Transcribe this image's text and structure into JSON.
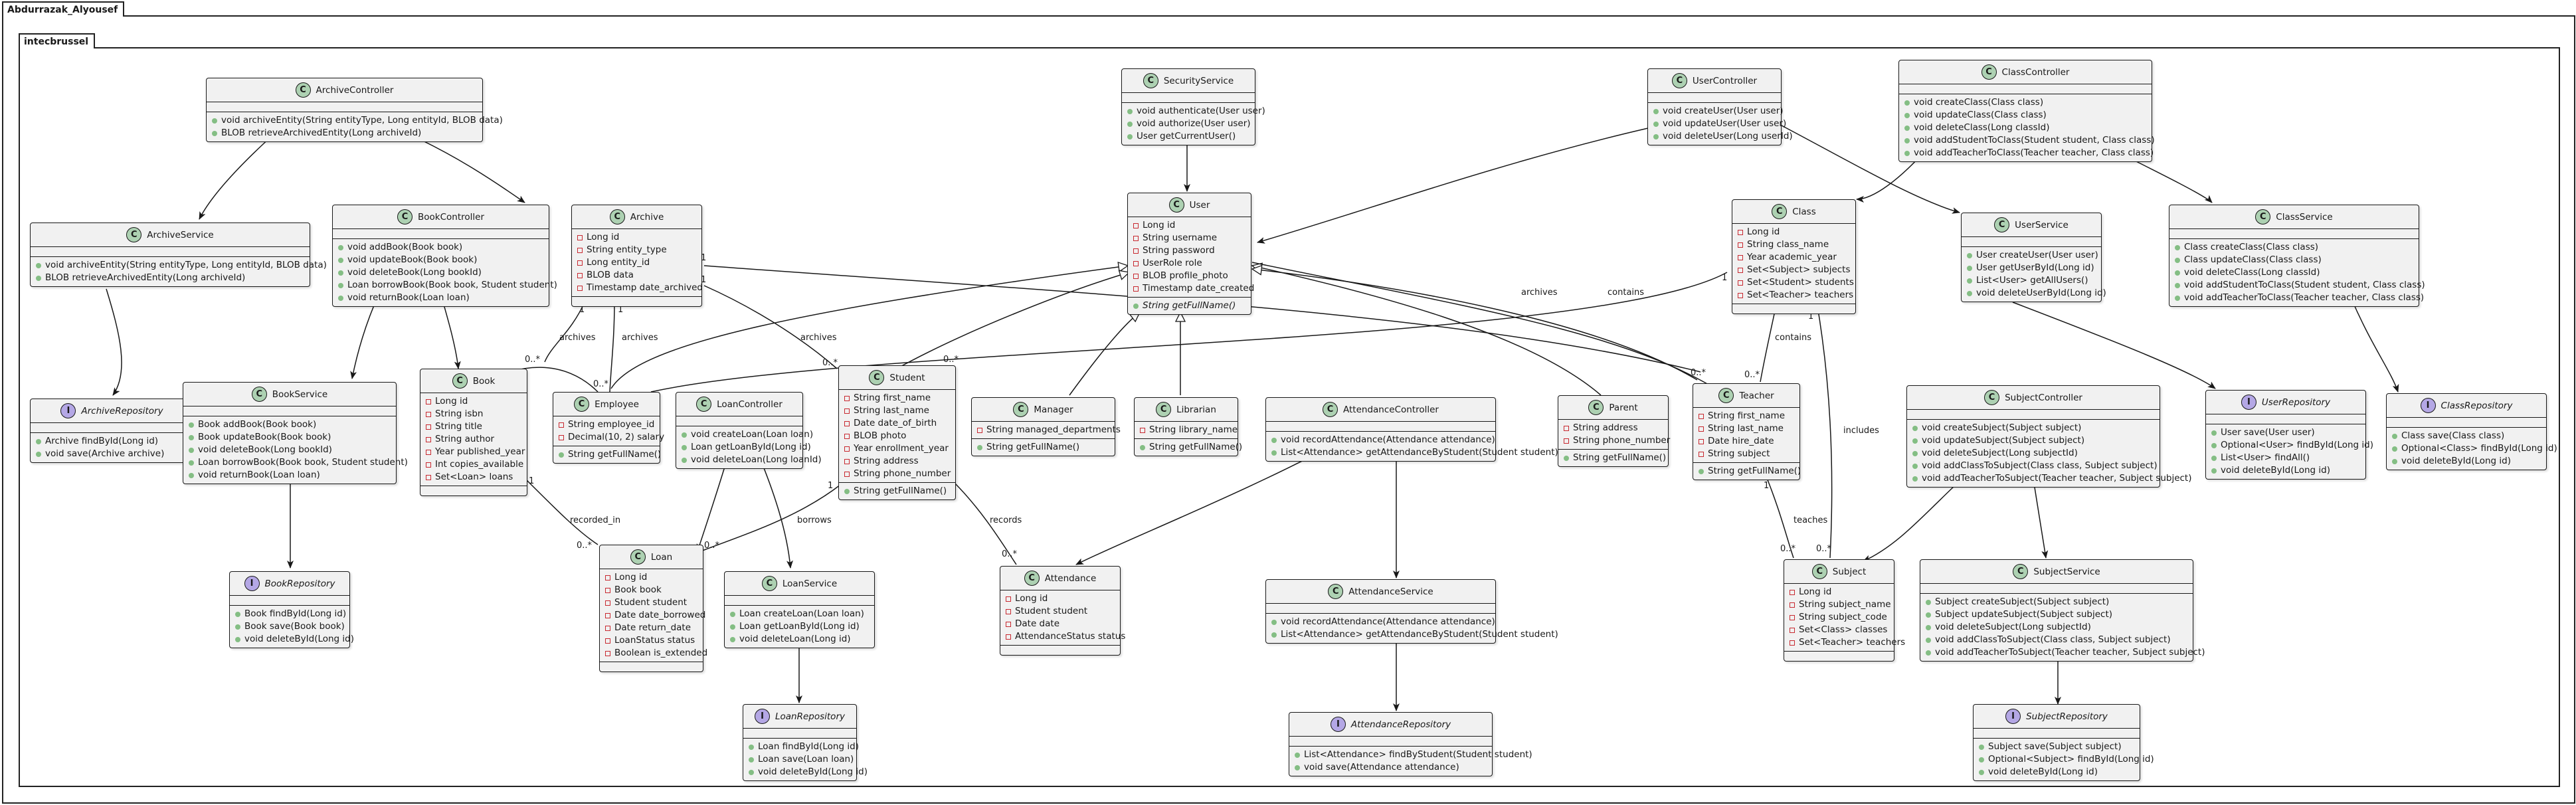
{
  "packages": {
    "outer": "Abdurrazak_Alyousef",
    "inner": "intecbrussel"
  },
  "classes": {
    "archiveController": {
      "name": "ArchiveController",
      "kind": "class",
      "fields": [],
      "methods": [
        "void archiveEntity(String entityType, Long entityId, BLOB data)",
        "BLOB retrieveArchivedEntity(Long archiveId)"
      ]
    },
    "archiveService": {
      "name": "ArchiveService",
      "kind": "class",
      "fields": [],
      "methods": [
        "void archiveEntity(String entityType, Long entityId, BLOB data)",
        "BLOB retrieveArchivedEntity(Long archiveId)"
      ]
    },
    "archiveRepository": {
      "name": "ArchiveRepository",
      "kind": "interface",
      "fields": [],
      "methods": [
        "Archive findById(Long id)",
        "void save(Archive archive)"
      ]
    },
    "bookController": {
      "name": "BookController",
      "kind": "class",
      "fields": [],
      "methods": [
        "void addBook(Book book)",
        "void updateBook(Book book)",
        "void deleteBook(Long bookId)",
        "Loan borrowBook(Book book, Student student)",
        "void returnBook(Loan loan)"
      ]
    },
    "bookService": {
      "name": "BookService",
      "kind": "class",
      "fields": [],
      "methods": [
        "Book addBook(Book book)",
        "Book updateBook(Book book)",
        "void deleteBook(Long bookId)",
        "Loan borrowBook(Book book, Student student)",
        "void returnBook(Loan loan)"
      ]
    },
    "bookRepository": {
      "name": "BookRepository",
      "kind": "interface",
      "fields": [],
      "methods": [
        "Book findById(Long id)",
        "Book save(Book book)",
        "void deleteById(Long id)"
      ]
    },
    "archive": {
      "name": "Archive",
      "kind": "class",
      "fields": [
        "Long id",
        "String entity_type",
        "Long entity_id",
        "BLOB data",
        "Timestamp date_archived"
      ],
      "methods": []
    },
    "book": {
      "name": "Book",
      "kind": "class",
      "fields": [
        "Long id",
        "String isbn",
        "String title",
        "String author",
        "Year published_year",
        "Int copies_available",
        "Set<Loan> loans"
      ],
      "methods": []
    },
    "employee": {
      "name": "Employee",
      "kind": "class",
      "fields": [
        "String employee_id",
        "Decimal(10, 2) salary"
      ],
      "methods": [
        "String getFullName()"
      ]
    },
    "loanController": {
      "name": "LoanController",
      "kind": "class",
      "fields": [],
      "methods": [
        "void createLoan(Loan loan)",
        "Loan getLoanById(Long id)",
        "void deleteLoan(Long loanId)"
      ]
    },
    "loan": {
      "name": "Loan",
      "kind": "class",
      "fields": [
        "Long id",
        "Book book",
        "Student student",
        "Date date_borrowed",
        "Date return_date",
        "LoanStatus status",
        "Boolean is_extended"
      ],
      "methods": []
    },
    "loanService": {
      "name": "LoanService",
      "kind": "class",
      "fields": [],
      "methods": [
        "Loan createLoan(Loan loan)",
        "Loan getLoanById(Long id)",
        "void deleteLoan(Long id)"
      ]
    },
    "loanRepository": {
      "name": "LoanRepository",
      "kind": "interface",
      "fields": [],
      "methods": [
        "Loan findById(Long id)",
        "Loan save(Loan loan)",
        "void deleteById(Long id)"
      ]
    },
    "student": {
      "name": "Student",
      "kind": "class",
      "fields": [
        "String first_name",
        "String last_name",
        "Date date_of_birth",
        "BLOB photo",
        "Year enrollment_year",
        "String address",
        "String phone_number"
      ],
      "methods": [
        "String getFullName()"
      ]
    },
    "securityService": {
      "name": "SecurityService",
      "kind": "class",
      "fields": [],
      "methods": [
        "void authenticate(User user)",
        "void authorize(User user)",
        "User getCurrentUser()"
      ]
    },
    "user": {
      "name": "User",
      "kind": "class",
      "fields": [
        "Long id",
        "String username",
        "String password",
        "UserRole role",
        "BLOB profile_photo",
        "Timestamp date_created"
      ],
      "methods": [
        "String getFullName()"
      ]
    },
    "manager": {
      "name": "Manager",
      "kind": "class",
      "fields": [
        "String managed_departments"
      ],
      "methods": [
        "String getFullName()"
      ]
    },
    "librarian": {
      "name": "Librarian",
      "kind": "class",
      "fields": [
        "String library_name"
      ],
      "methods": [
        "String getFullName()"
      ]
    },
    "attendance": {
      "name": "Attendance",
      "kind": "class",
      "fields": [
        "Long id",
        "Student student",
        "Date date",
        "AttendanceStatus status"
      ],
      "methods": []
    },
    "attendanceController": {
      "name": "AttendanceController",
      "kind": "class",
      "fields": [],
      "methods": [
        "void recordAttendance(Attendance attendance)",
        "List<Attendance> getAttendanceByStudent(Student student)"
      ]
    },
    "attendanceService": {
      "name": "AttendanceService",
      "kind": "class",
      "fields": [],
      "methods": [
        "void recordAttendance(Attendance attendance)",
        "List<Attendance> getAttendanceByStudent(Student student)"
      ]
    },
    "attendanceRepository": {
      "name": "AttendanceRepository",
      "kind": "interface",
      "fields": [],
      "methods": [
        "List<Attendance> findByStudent(Student student)",
        "void save(Attendance attendance)"
      ]
    },
    "userController": {
      "name": "UserController",
      "kind": "class",
      "fields": [],
      "methods": [
        "void createUser(User user)",
        "void updateUser(User user)",
        "void deleteUser(Long userId)"
      ]
    },
    "parent": {
      "name": "Parent",
      "kind": "class",
      "fields": [
        "String address",
        "String phone_number"
      ],
      "methods": [
        "String getFullName()"
      ]
    },
    "classEntity": {
      "name": "Class",
      "kind": "class",
      "fields": [
        "Long id",
        "String class_name",
        "Year academic_year",
        "Set<Subject> subjects",
        "Set<Student> students",
        "Set<Teacher> teachers"
      ],
      "methods": []
    },
    "teacher": {
      "name": "Teacher",
      "kind": "class",
      "fields": [
        "String first_name",
        "String last_name",
        "Date hire_date",
        "String subject"
      ],
      "methods": [
        "String getFullName()"
      ]
    },
    "subject": {
      "name": "Subject",
      "kind": "class",
      "fields": [
        "Long id",
        "String subject_name",
        "String subject_code",
        "Set<Class> classes",
        "Set<Teacher> teachers"
      ],
      "methods": []
    },
    "classController": {
      "name": "ClassController",
      "kind": "class",
      "fields": [],
      "methods": [
        "void createClass(Class class)",
        "void updateClass(Class class)",
        "void deleteClass(Long classId)",
        "void addStudentToClass(Student student, Class class)",
        "void addTeacherToClass(Teacher teacher, Class class)"
      ]
    },
    "userService": {
      "name": "UserService",
      "kind": "class",
      "fields": [],
      "methods": [
        "User createUser(User user)",
        "User getUserById(Long id)",
        "List<User> getAllUsers()",
        "void deleteUserById(Long id)"
      ]
    },
    "userRepository": {
      "name": "UserRepository",
      "kind": "interface",
      "fields": [],
      "methods": [
        "User save(User user)",
        "Optional<User> findById(Long id)",
        "List<User> findAll()",
        "void deleteById(Long id)"
      ]
    },
    "classService": {
      "name": "ClassService",
      "kind": "class",
      "fields": [],
      "methods": [
        "Class createClass(Class class)",
        "Class updateClass(Class class)",
        "void deleteClass(Long classId)",
        "void addStudentToClass(Student student, Class class)",
        "void addTeacherToClass(Teacher teacher, Class class)"
      ]
    },
    "classRepository": {
      "name": "ClassRepository",
      "kind": "interface",
      "fields": [],
      "methods": [
        "Class save(Class class)",
        "Optional<Class> findById(Long id)",
        "void deleteById(Long id)"
      ]
    },
    "subjectController": {
      "name": "SubjectController",
      "kind": "class",
      "fields": [],
      "methods": [
        "void createSubject(Subject subject)",
        "void updateSubject(Subject subject)",
        "void deleteSubject(Long subjectId)",
        "void addClassToSubject(Class class, Subject subject)",
        "void addTeacherToSubject(Teacher teacher, Subject subject)"
      ]
    },
    "subjectService": {
      "name": "SubjectService",
      "kind": "class",
      "fields": [],
      "methods": [
        "Subject createSubject(Subject subject)",
        "Subject updateSubject(Subject subject)",
        "void deleteSubject(Long subjectId)",
        "void addClassToSubject(Class class, Subject subject)",
        "void addTeacherToSubject(Teacher teacher, Subject subject)"
      ]
    },
    "subjectRepository": {
      "name": "SubjectRepository",
      "kind": "interface",
      "fields": [],
      "methods": [
        "Subject save(Subject subject)",
        "Optional<Subject> findById(Long id)",
        "void deleteById(Long id)"
      ]
    }
  },
  "relations": {
    "archives_label": "archives",
    "contains_label": "contains",
    "recorded_in_label": "recorded_in",
    "borrows_label": "borrows",
    "records_label": "records",
    "teaches_label": "teaches",
    "includes_label": "includes",
    "one": "1",
    "many": "0..*"
  },
  "colors": {
    "class_badge": "#add1b2",
    "interface_badge": "#b4a7e5",
    "public_marker": "#84be84",
    "private_marker": "#c82930",
    "class_fill": "#f1f1f1"
  }
}
